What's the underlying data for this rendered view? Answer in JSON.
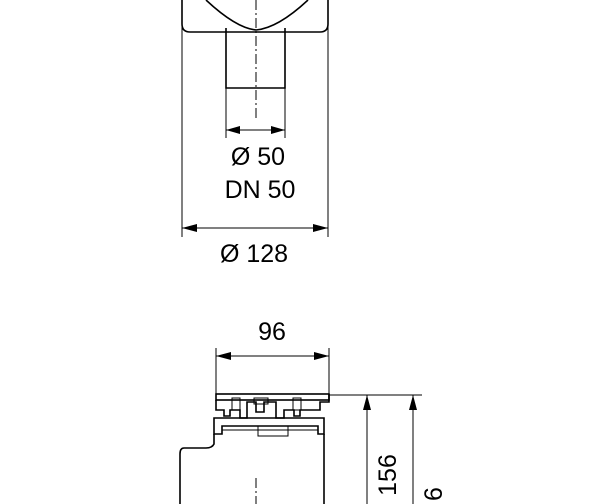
{
  "dimensions": {
    "outlet_diameter": "Ø 50",
    "outlet_nominal": "DN 50",
    "body_diameter": "Ø 128",
    "grate_width": "96",
    "height_1": "156",
    "height_2": "6"
  }
}
